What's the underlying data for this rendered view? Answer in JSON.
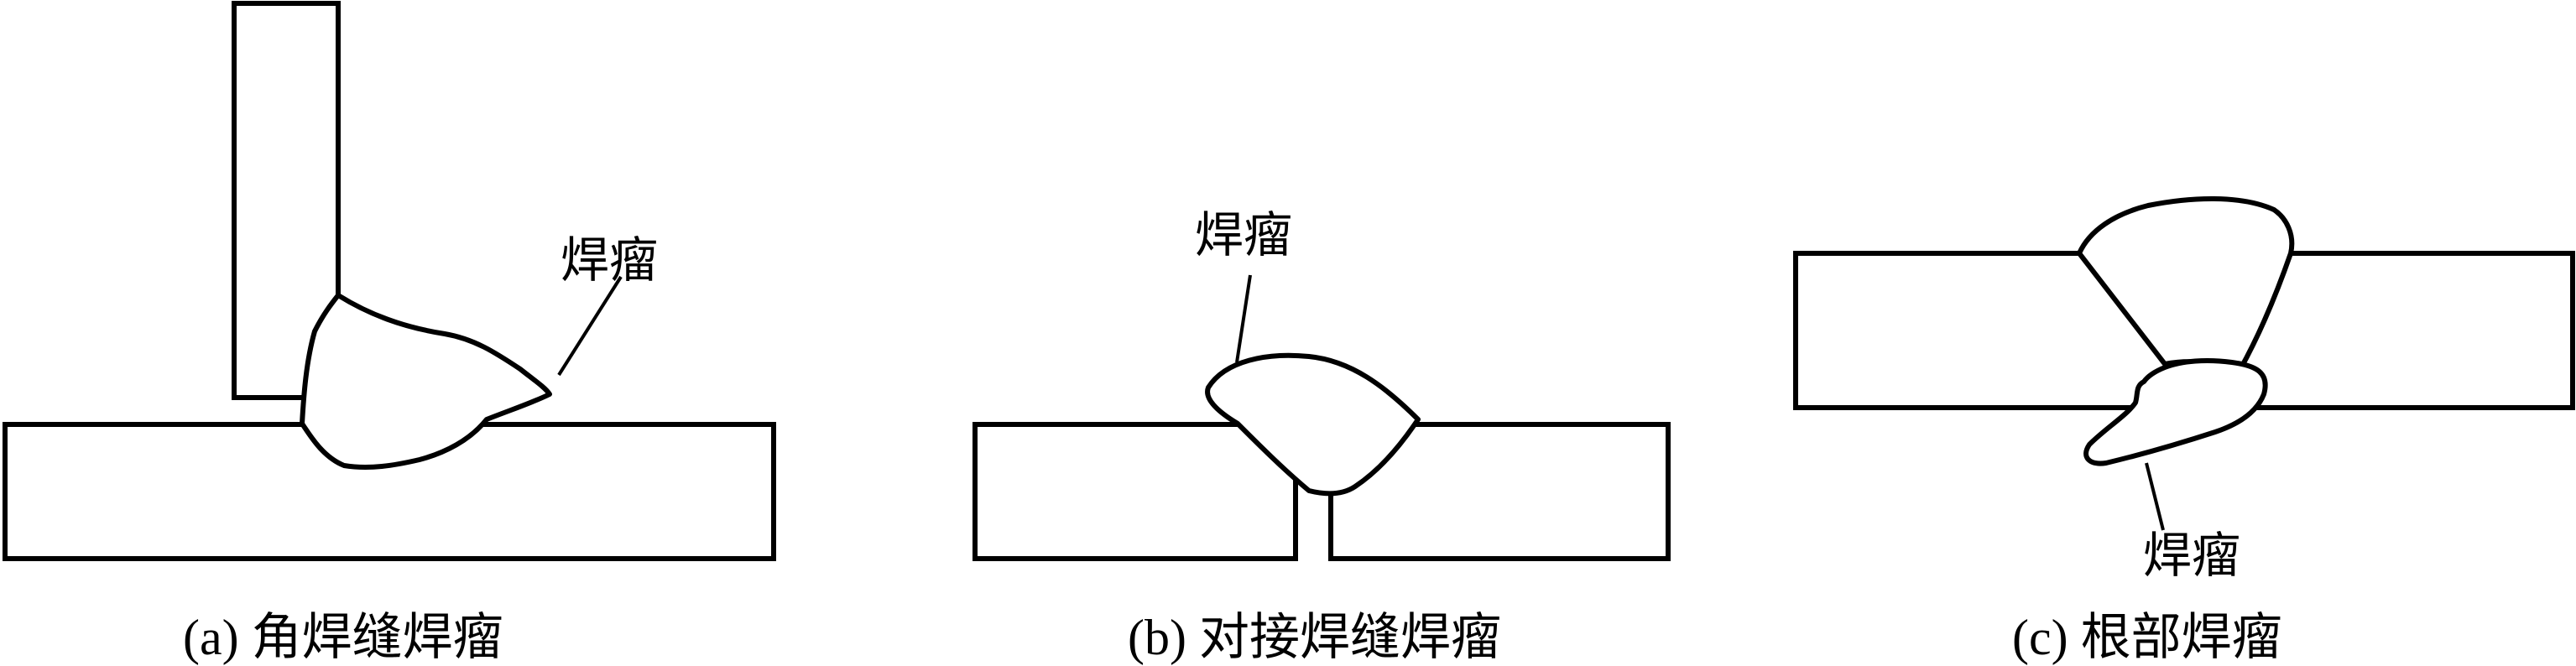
{
  "panels": [
    {
      "id": "a",
      "callout": "焊瘤",
      "caption": "(a) 角焊缝焊瘤"
    },
    {
      "id": "b",
      "callout": "焊瘤",
      "caption": "(b) 对接焊缝焊瘤"
    },
    {
      "id": "c",
      "callout": "焊瘤",
      "caption": "(c) 根部焊瘤"
    }
  ]
}
